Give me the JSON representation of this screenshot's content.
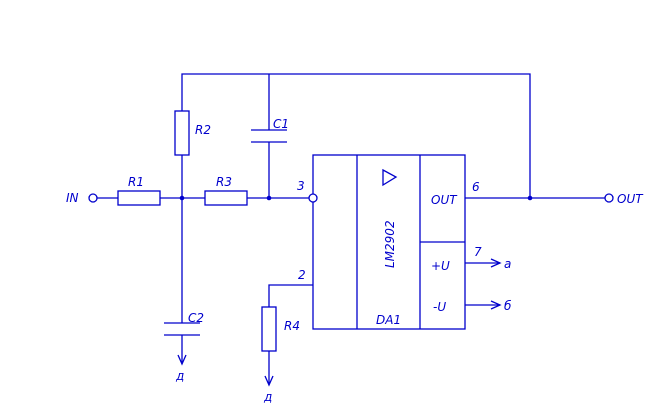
{
  "schematic": {
    "input_label": "IN",
    "output_label": "OUT",
    "resistors": {
      "r1": "R1",
      "r2": "R2",
      "r3": "R3",
      "r4": "R4"
    },
    "capacitors": {
      "c1": "C1",
      "c2": "C2"
    },
    "chip": {
      "part": "LM2902",
      "ref": "DA1",
      "out_pin_label": "OUT",
      "pos_supply_label": "+U",
      "neg_supply_label": "-U"
    },
    "pins": {
      "in_plus": "3",
      "in_minus": "2",
      "out": "6",
      "vplus": "7"
    },
    "ground_labels": {
      "c2_ground": "д",
      "r4_ground": "д"
    },
    "supply_nets": {
      "vplus_net": "а",
      "vminus_net": "б"
    },
    "colors": {
      "stroke": "#0000cc",
      "background": "#ffffff"
    }
  }
}
